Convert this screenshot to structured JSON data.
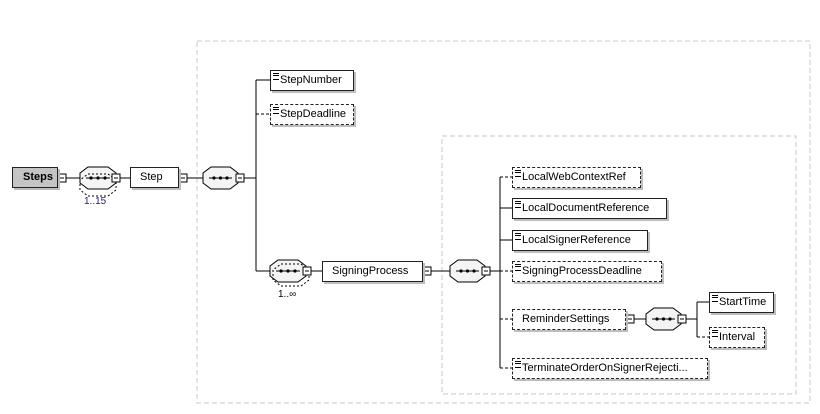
{
  "root": {
    "label": "Steps",
    "multiplicity": "1..15"
  },
  "step": {
    "label": "Step"
  },
  "step_children": {
    "step_number": "StepNumber",
    "step_deadline": "StepDeadline"
  },
  "signing": {
    "label": "SigningProcess",
    "multiplicity": "1..∞"
  },
  "signing_children": {
    "local_web_context_ref": "LocalWebContextRef",
    "local_document_reference": "LocalDocumentReference",
    "local_signer_reference": "LocalSignerReference",
    "signing_process_deadline": "SigningProcessDeadline",
    "reminder_settings": "ReminderSettings",
    "terminate_order": "TerminateOrderOnSignerRejecti..."
  },
  "reminder_children": {
    "start_time": "StartTime",
    "interval": "Interval"
  }
}
